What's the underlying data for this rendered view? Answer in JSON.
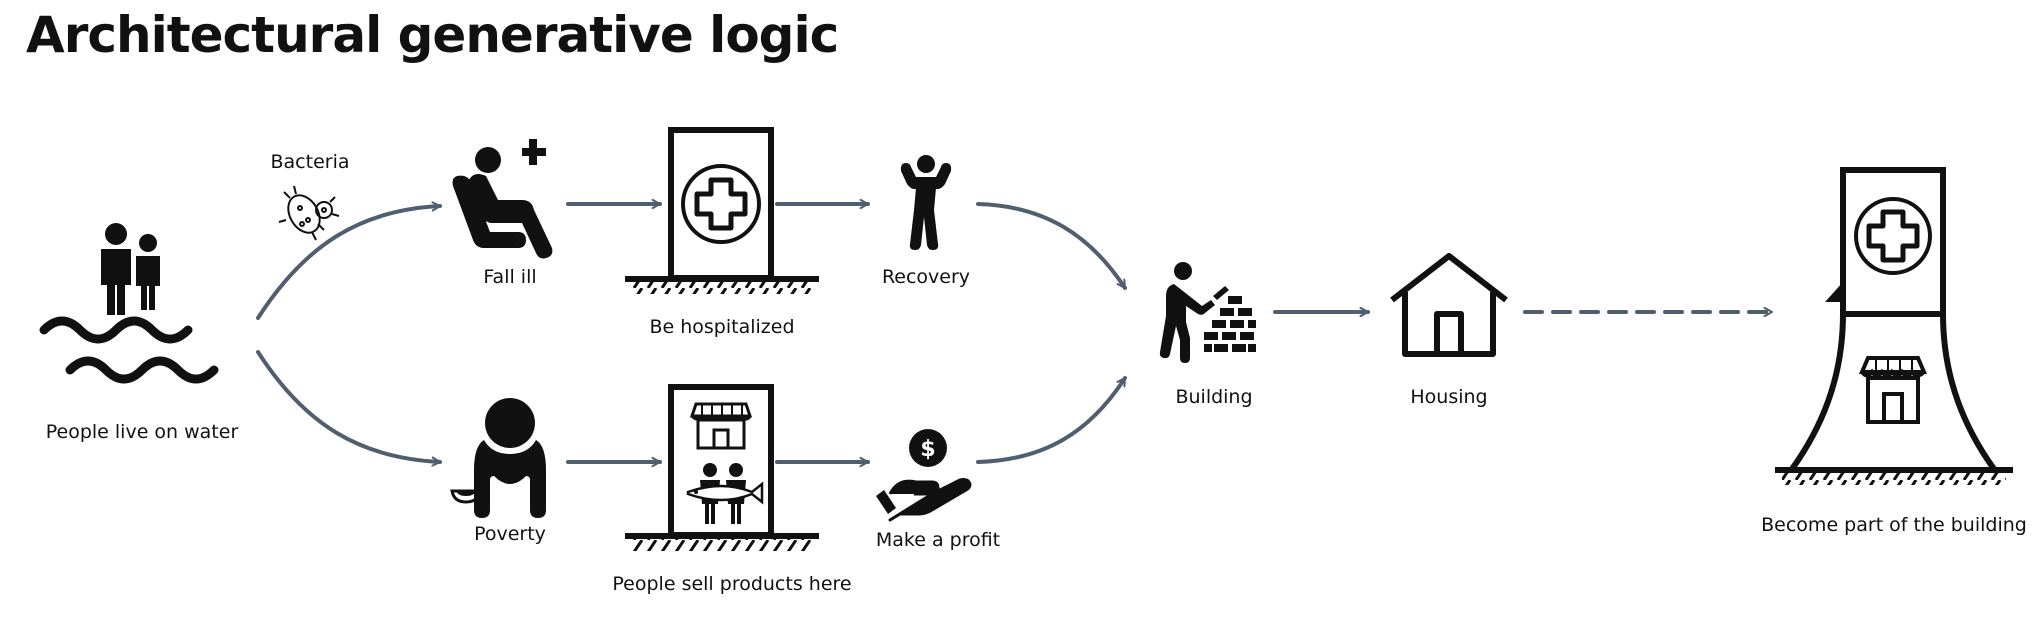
{
  "title": "Architectural generative logic",
  "labels": {
    "people_on_water": "People live on water",
    "bacteria": "Bacteria",
    "fall_ill": "Fall ill",
    "be_hospitalized": "Be hospitalized",
    "recovery": "Recovery",
    "poverty": "Poverty",
    "sell_products": "People sell products here",
    "make_profit": "Make a profit",
    "building": "Building",
    "housing": "Housing",
    "become_part": "Become part of the building"
  },
  "colors": {
    "arrow": "#4f5f70",
    "ink": "#111111"
  },
  "icons": [
    "people-on-water-icon",
    "bacteria-icon",
    "sick-person-icon",
    "hospital-icon",
    "strong-person-icon",
    "poverty-icon",
    "shop-icon",
    "fish-sellers-icon",
    "money-hand-icon",
    "bricklayer-icon",
    "house-icon",
    "tower-icon"
  ]
}
